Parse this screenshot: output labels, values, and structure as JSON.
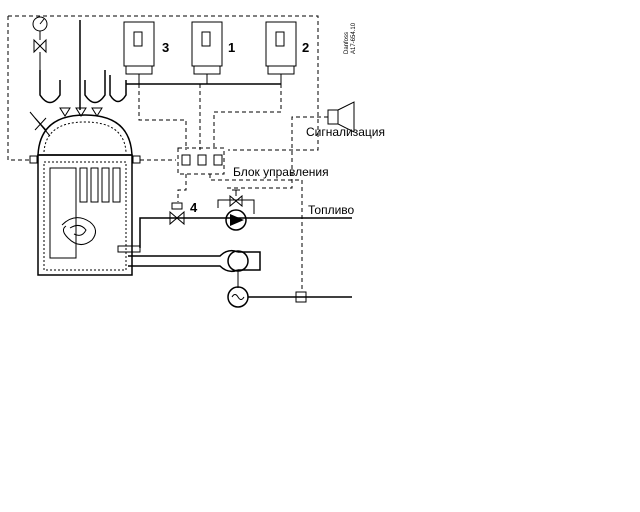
{
  "labels": {
    "alarm": "Сигнализация",
    "control_unit": "Блок управления",
    "fuel": "Топливо",
    "brand_code_1": "Danfoss",
    "brand_code_2": "A17-654.10"
  },
  "callouts": {
    "sensor_3": "3",
    "sensor_1": "1",
    "sensor_2": "2",
    "valve_4": "4"
  }
}
